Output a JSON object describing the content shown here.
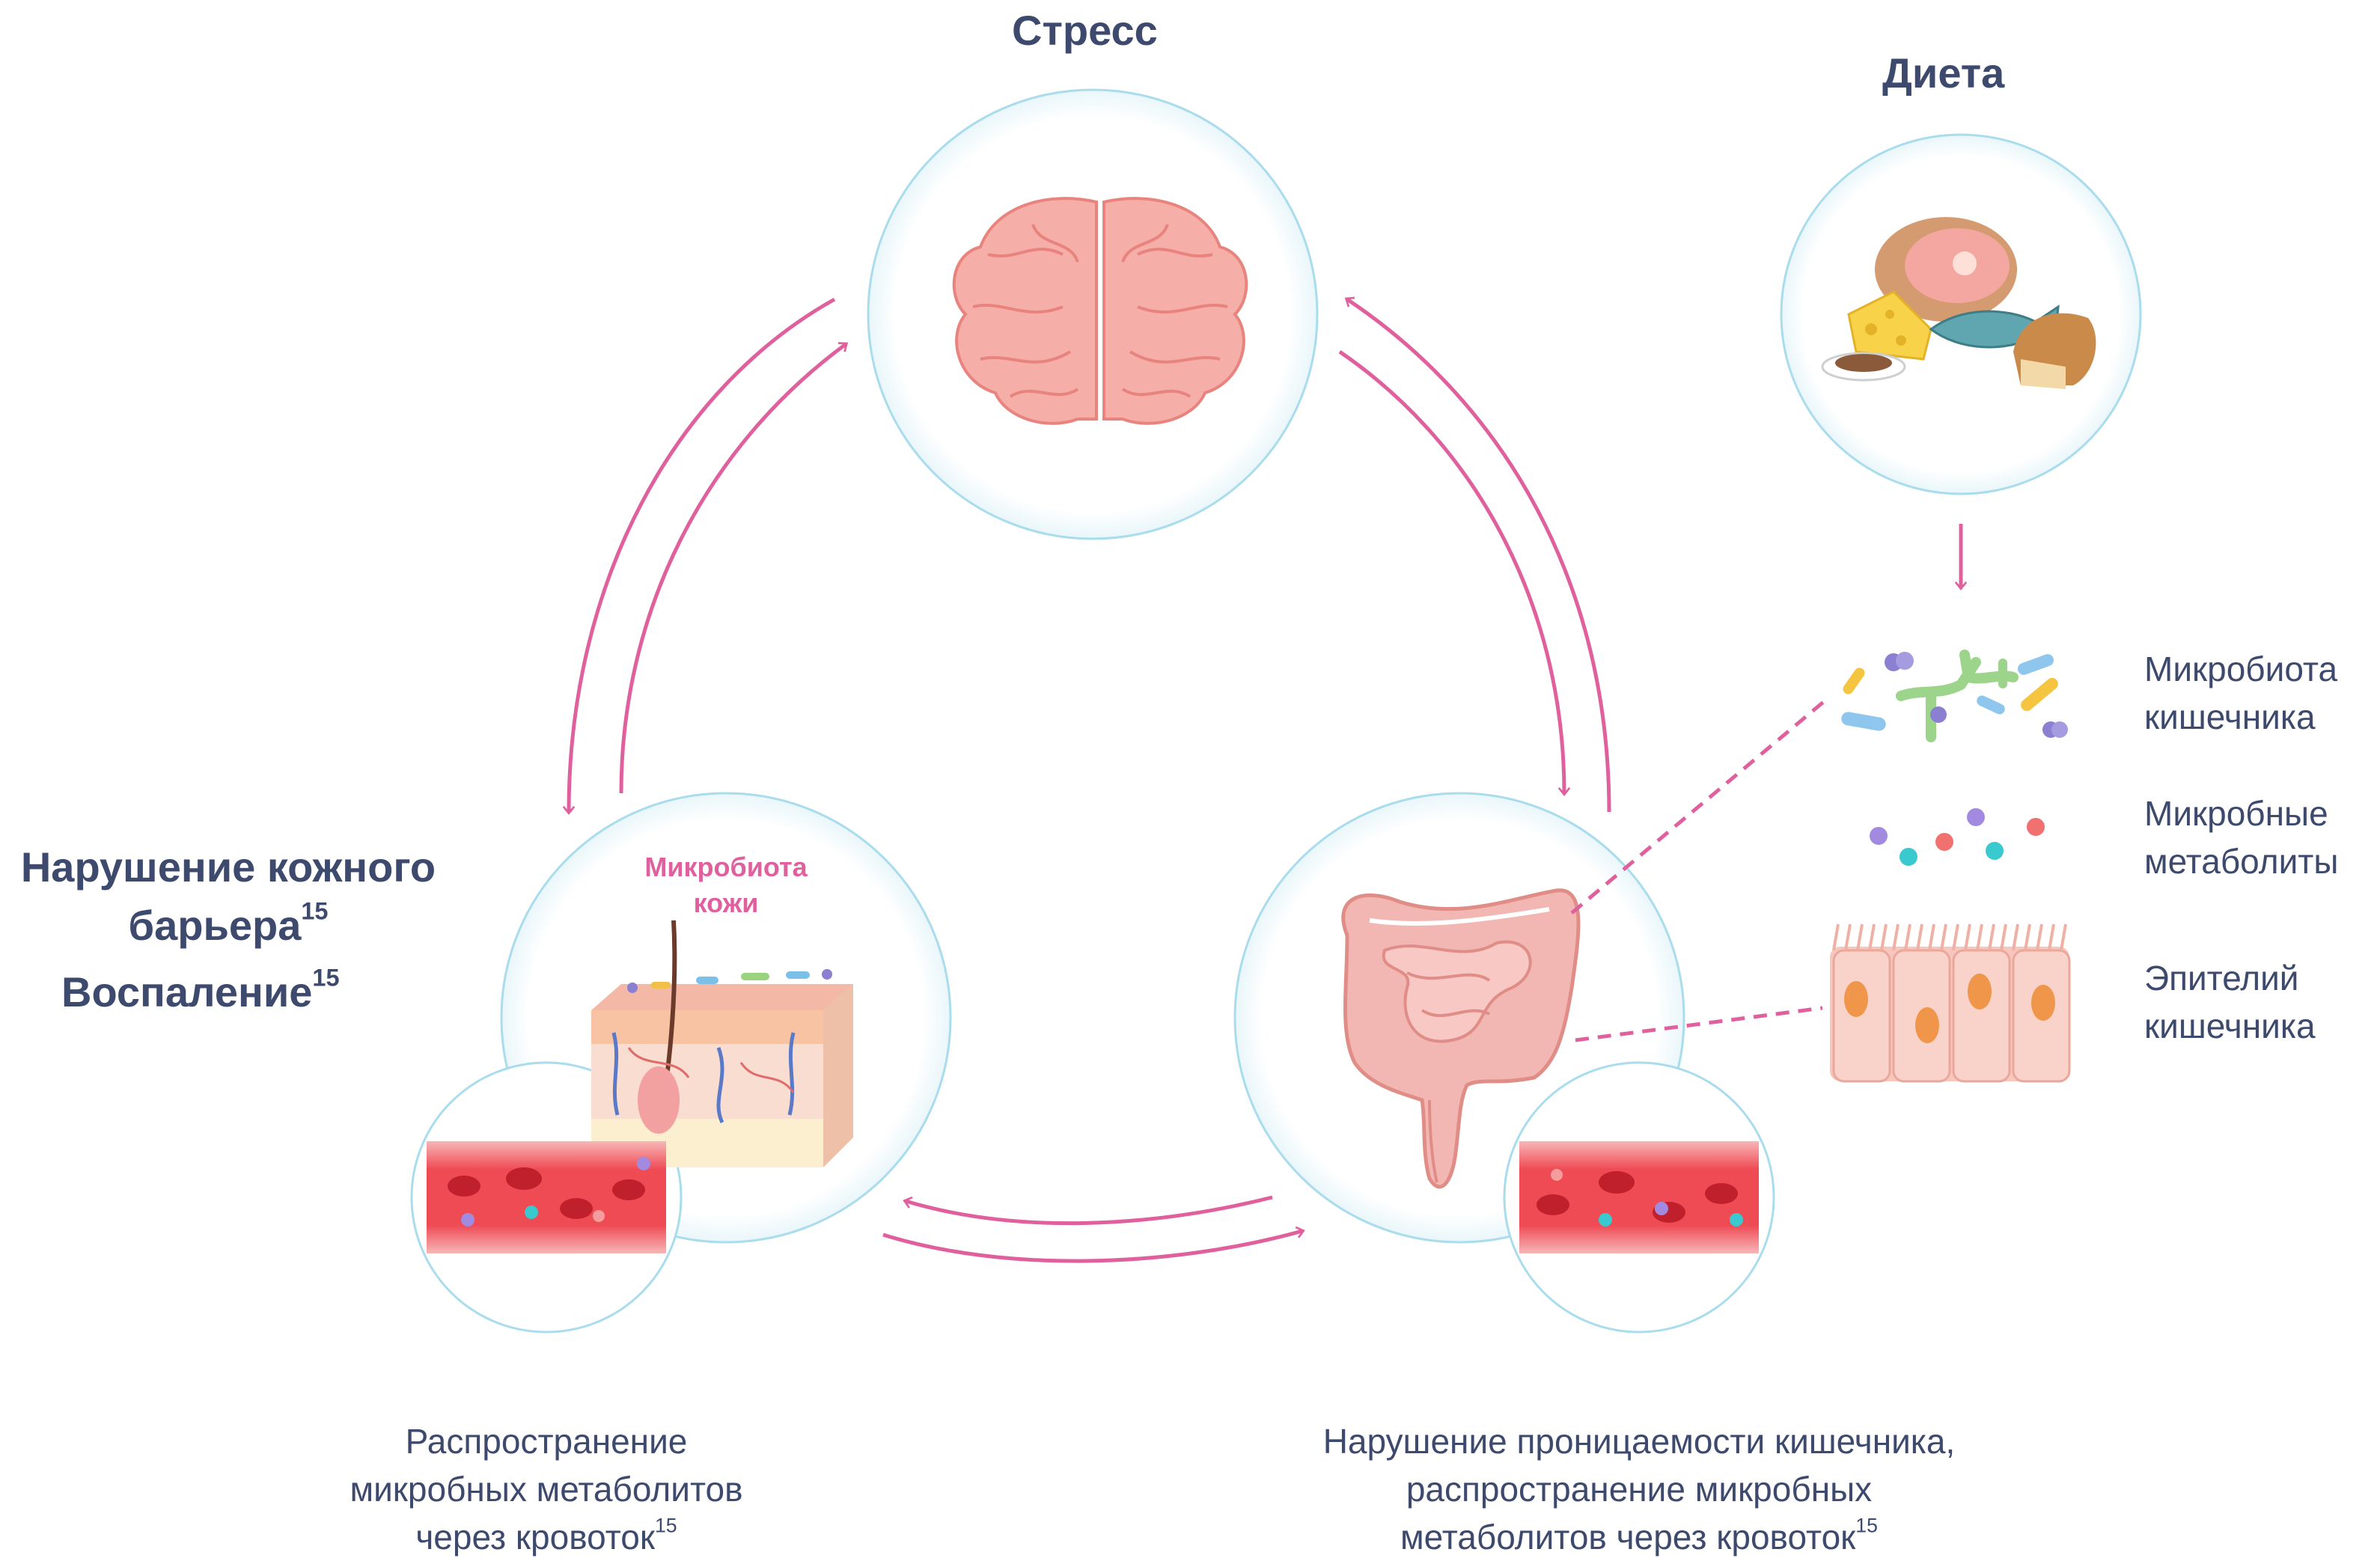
{
  "labels": {
    "stress": "Стресс",
    "diet": "Диета",
    "skin_barrier": "Нарушение кожного барьера",
    "skin_barrier_ref": "15",
    "inflammation": "Воспаление",
    "inflammation_ref": "15",
    "skin_microbiota": "Микробиота\nкожи",
    "gut_microbiota": "Микробиота\nкишечника",
    "microbial_metabolites": "Микробные\nметаболиты",
    "gut_epithelium": "Эпителий\nкишечника",
    "caption_left": "Распространение\nмикробных метаболитов\nчерез кровоток",
    "caption_left_ref": "15",
    "caption_right": "Нарушение проницаемости кишечника,\nраспространение микробных\nметаболитов через кровоток",
    "caption_right_ref": "15"
  },
  "icons": {
    "brain": "brain-icon",
    "food": "food-icon",
    "skin": "skin-layers-icon",
    "intestine": "intestine-icon",
    "blood_vessel": "blood-vessel-icon",
    "bacteria": "bacteria-icon",
    "metabolites": "metabolites-icon",
    "epithelium": "epithelium-icon"
  },
  "colors": {
    "arrow": "#e0609e",
    "circle": "#a9dcec",
    "text": "#3d4a6e",
    "accent": "#e0609e"
  }
}
